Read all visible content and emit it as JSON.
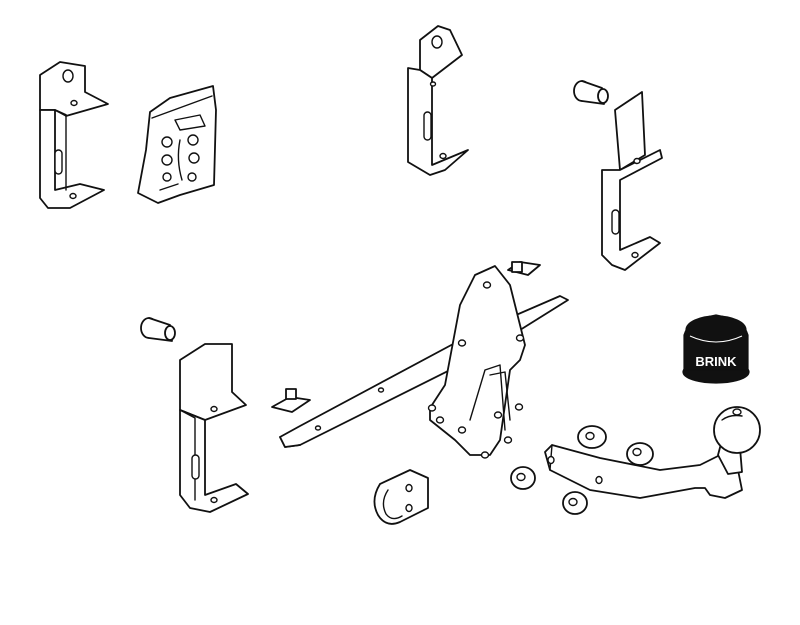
{
  "diagram": {
    "brand_label": "BRINK",
    "colors": {
      "line": "#111111",
      "background": "#ffffff",
      "cap": "#111111"
    },
    "parts": [
      "bracket-left-top",
      "hardware-bag",
      "bracket-center-top",
      "bolt-right-top",
      "bracket-right",
      "bolt-left",
      "bracket-left-bottom",
      "crossbar",
      "tow-ball-arm",
      "spacer-washers",
      "socket-plate",
      "tow-ball-cap"
    ]
  }
}
